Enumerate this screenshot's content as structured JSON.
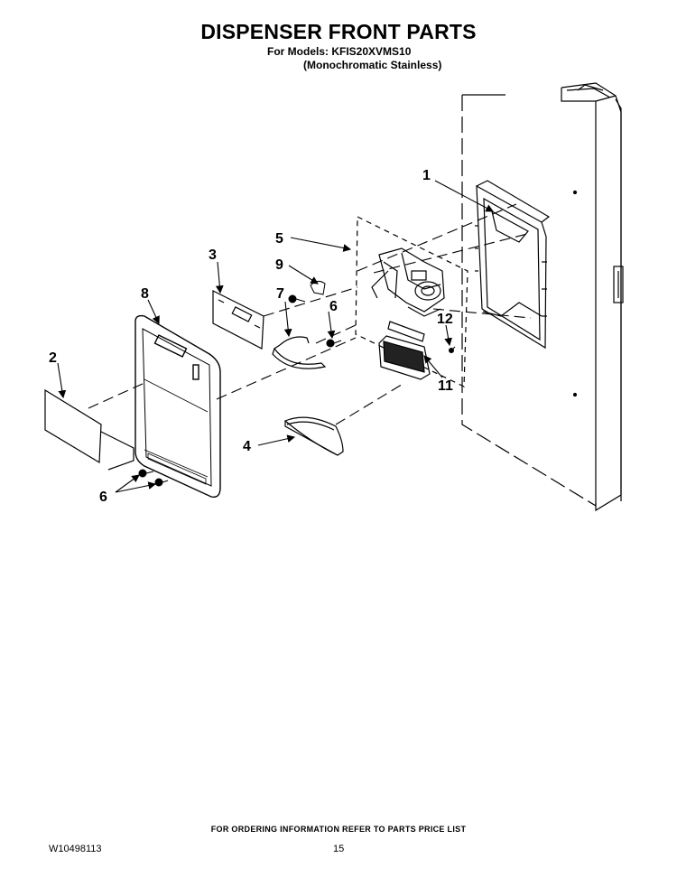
{
  "page": {
    "title": "DISPENSER FRONT PARTS",
    "models_line": "For Models: KFIS20XVMS10",
    "variant_line": "(Monochromatic Stainless)",
    "footer_note": "FOR ORDERING INFORMATION REFER TO PARTS PRICE LIST",
    "document_number": "W10498113",
    "page_number": "15"
  },
  "callouts": [
    "1",
    "5",
    "9",
    "3",
    "7",
    "6",
    "8",
    "12",
    "2",
    "11",
    "4",
    "6"
  ]
}
